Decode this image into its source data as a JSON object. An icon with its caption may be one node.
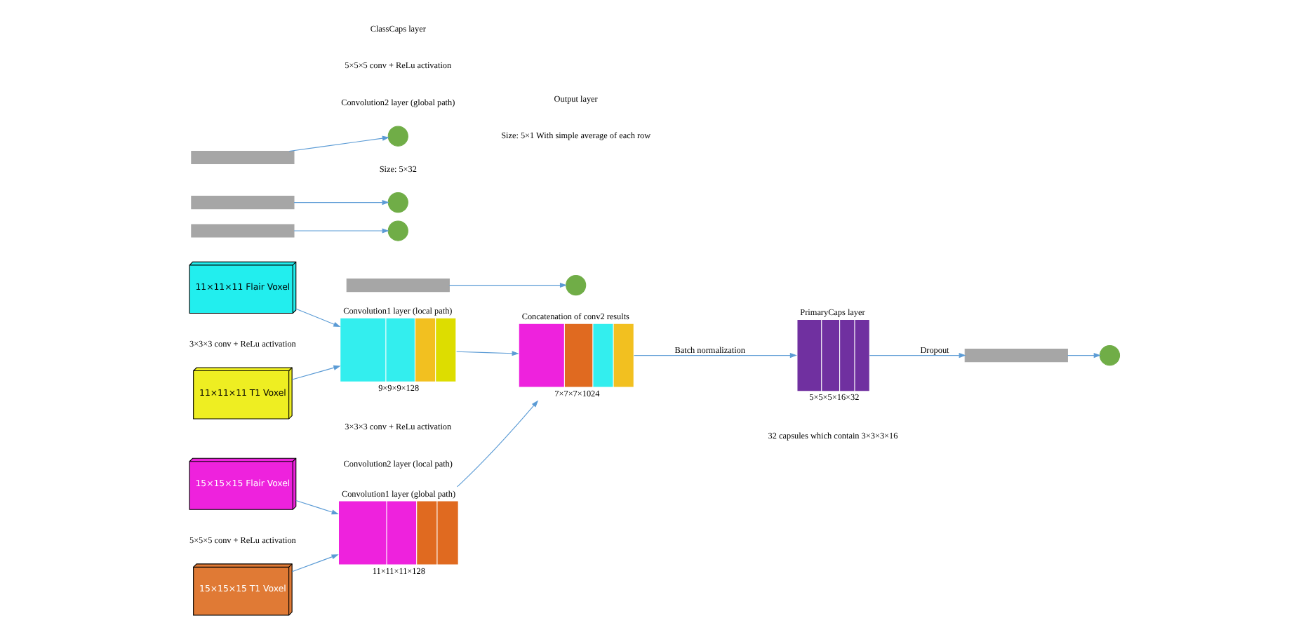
{
  "diagram": {
    "nodes": [
      {
        "text": [
          "15×15×15 Flair Voxel"
        ]
      },
      {
        "text": [
          "15×15×15 T1 Voxel"
        ]
      },
      {
        "text": [
          "11×11×11 Flair Voxel"
        ]
      },
      {
        "text": [
          "11×11×11 T1 Voxel"
        ]
      },
      {
        "text": [
          "Convolution1 layer (global path)"
        ],
        "beside": [
          "11×11×11×128"
        ]
      },
      {
        "text": [
          "Convolution1 layer (local path)"
        ],
        "beside": [
          "9×9×9×128"
        ]
      },
      {
        "text": [
          "Concatenation of conv2 results"
        ],
        "beside": [
          "7×7×7×1024"
        ]
      },
      {
        "text": [
          "PrimaryCaps layer"
        ],
        "beside": [
          "5×5×5×16×32"
        ]
      },
      {
        "text": [],
        "shape": "bar"
      },
      {
        "text": [],
        "shape": "bar"
      },
      {
        "text": [],
        "shape": "bar"
      },
      {
        "text": [],
        "shape": "bar"
      },
      {
        "text": [],
        "shape": "bar"
      },
      {
        "text": [],
        "shape": "circle"
      },
      {
        "text": [],
        "shape": "circle"
      },
      {
        "text": [],
        "shape": "circle"
      },
      {
        "text": [],
        "shape": "circle"
      },
      {
        "text": [],
        "shape": "circle"
      }
    ],
    "edges": [
      {
        "from": 0,
        "to": 4,
        "arrow": "to"
      },
      {
        "from": 1,
        "to": 4,
        "arrow": "to"
      },
      {
        "from": 2,
        "to": 5,
        "arrow": "to"
      },
      {
        "from": 3,
        "to": 5,
        "arrow": "to"
      },
      {
        "from": 4,
        "to": 6,
        "arrow": "to"
      },
      {
        "from": 5,
        "to": 6,
        "arrow": "to"
      },
      {
        "from": 6,
        "to": 7,
        "label": "Batch normalization",
        "arrow": "to"
      },
      {
        "from": 7,
        "to": 10,
        "label": "Dropout",
        "arrow": "to"
      },
      {
        "from": 8,
        "to": 13,
        "arrow": "to"
      },
      {
        "from": 9,
        "to": 14,
        "arrow": "to"
      },
      {
        "from": 10,
        "to": 15,
        "arrow": "to"
      },
      {
        "from": 11,
        "to": 16,
        "arrow": "to"
      },
      {
        "from": 12,
        "to": 17,
        "arrow": "to"
      }
    ],
    "labels": [
      "5×5×5 conv + ReLu activation",
      "Convolution2 layer (global path)",
      "5×5×5 conv + ReLu activation",
      "3×3×3 conv + ReLu activation",
      "Convolution2 layer (local path)",
      "3×3×3 conv + ReLu activation",
      "32 capsules which contain 3×3×3×16",
      "ClassCaps layer",
      "Output layer",
      "Size: 5×32",
      "Size: 5×1 With simple average of each row"
    ]
  }
}
